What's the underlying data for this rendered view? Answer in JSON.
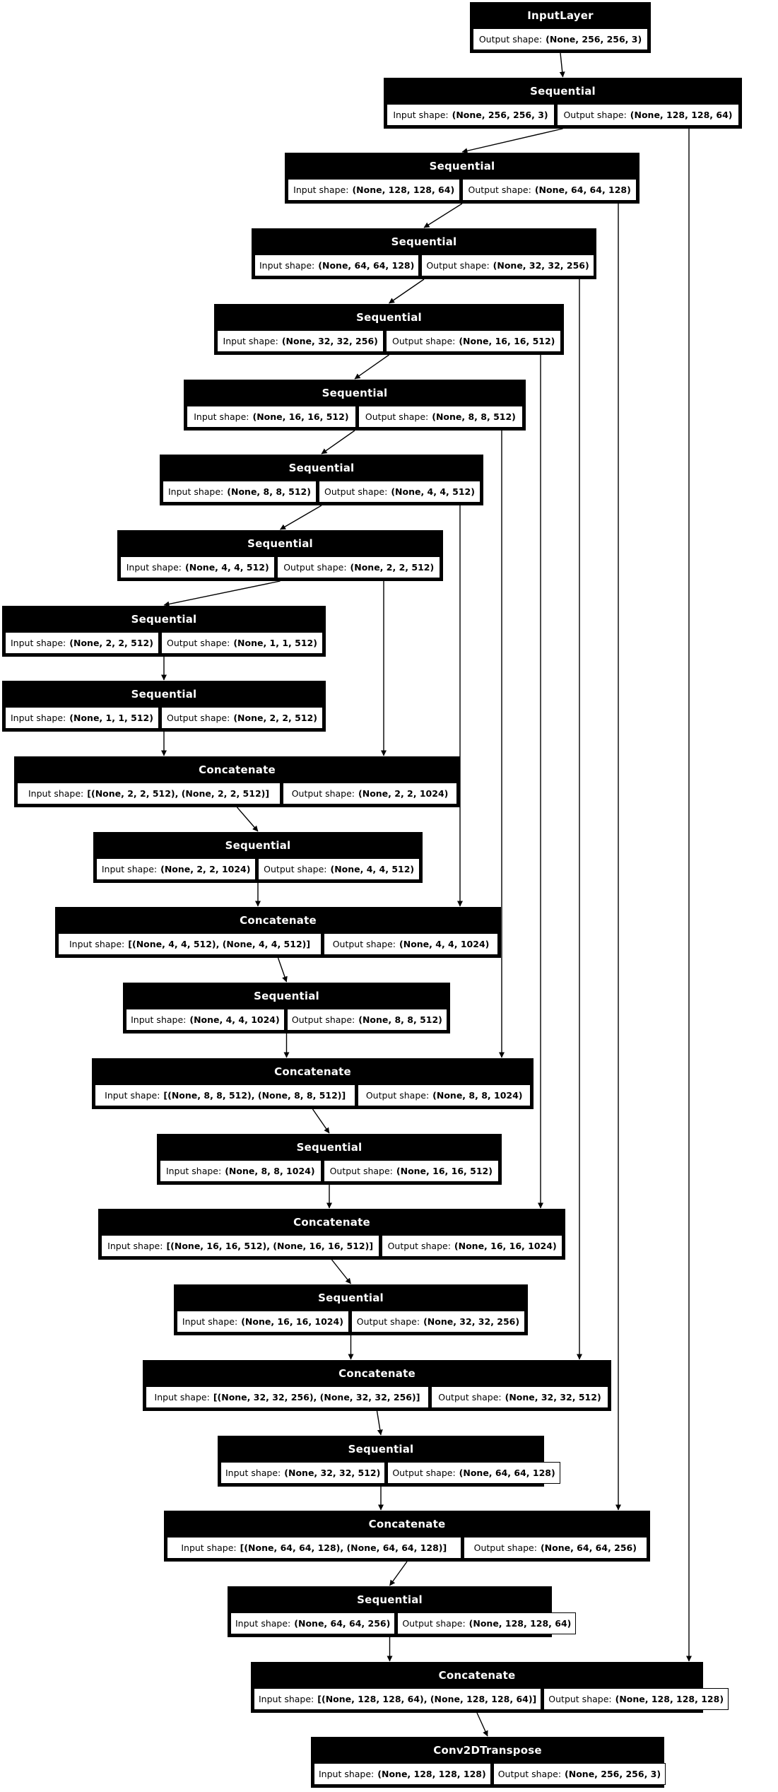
{
  "diagram": {
    "labels": {
      "input_prefix": "Input shape:",
      "output_prefix": "Output shape:"
    },
    "colors": {
      "node_fill": "#000000",
      "node_text": "#ffffff",
      "cell_fill": "#ffffff",
      "cell_text": "#000000",
      "edge": "#000000",
      "background": "#ffffff"
    },
    "nodes": [
      {
        "type": "InputLayer",
        "input_shape": null,
        "output_shape": "(None, 256, 256, 3)"
      },
      {
        "type": "Sequential",
        "input_shape": "(None, 256, 256, 3)",
        "output_shape": "(None, 128, 128, 64)"
      },
      {
        "type": "Sequential",
        "input_shape": "(None, 128, 128, 64)",
        "output_shape": "(None, 64, 64, 128)"
      },
      {
        "type": "Sequential",
        "input_shape": "(None, 64, 64, 128)",
        "output_shape": "(None, 32, 32, 256)"
      },
      {
        "type": "Sequential",
        "input_shape": "(None, 32, 32, 256)",
        "output_shape": "(None, 16, 16, 512)"
      },
      {
        "type": "Sequential",
        "input_shape": "(None, 16, 16, 512)",
        "output_shape": "(None, 8, 8, 512)"
      },
      {
        "type": "Sequential",
        "input_shape": "(None, 8, 8, 512)",
        "output_shape": "(None, 4, 4, 512)"
      },
      {
        "type": "Sequential",
        "input_shape": "(None, 4, 4, 512)",
        "output_shape": "(None, 2, 2, 512)"
      },
      {
        "type": "Sequential",
        "input_shape": "(None, 2, 2, 512)",
        "output_shape": "(None, 1, 1, 512)"
      },
      {
        "type": "Sequential",
        "input_shape": "(None, 1, 1, 512)",
        "output_shape": "(None, 2, 2, 512)"
      },
      {
        "type": "Concatenate",
        "input_shape": "[(None, 2, 2, 512), (None, 2, 2, 512)]",
        "output_shape": "(None, 2, 2, 1024)"
      },
      {
        "type": "Sequential",
        "input_shape": "(None, 2, 2, 1024)",
        "output_shape": "(None, 4, 4, 512)"
      },
      {
        "type": "Concatenate",
        "input_shape": "[(None, 4, 4, 512), (None, 4, 4, 512)]",
        "output_shape": "(None, 4, 4, 1024)"
      },
      {
        "type": "Sequential",
        "input_shape": "(None, 4, 4, 1024)",
        "output_shape": "(None, 8, 8, 512)"
      },
      {
        "type": "Concatenate",
        "input_shape": "[(None, 8, 8, 512), (None, 8, 8, 512)]",
        "output_shape": "(None, 8, 8, 1024)"
      },
      {
        "type": "Sequential",
        "input_shape": "(None, 8, 8, 1024)",
        "output_shape": "(None, 16, 16, 512)"
      },
      {
        "type": "Concatenate",
        "input_shape": "[(None, 16, 16, 512), (None, 16, 16, 512)]",
        "output_shape": "(None, 16, 16, 1024)"
      },
      {
        "type": "Sequential",
        "input_shape": "(None, 16, 16, 1024)",
        "output_shape": "(None, 32, 32, 256)"
      },
      {
        "type": "Concatenate",
        "input_shape": "[(None, 32, 32, 256), (None, 32, 32, 256)]",
        "output_shape": "(None, 32, 32, 512)"
      },
      {
        "type": "Sequential",
        "input_shape": "(None, 32, 32, 512)",
        "output_shape": "(None, 64, 64, 128)"
      },
      {
        "type": "Concatenate",
        "input_shape": "[(None, 64, 64, 128), (None, 64, 64, 128)]",
        "output_shape": "(None, 64, 64, 256)"
      },
      {
        "type": "Sequential",
        "input_shape": "(None, 64, 64, 256)",
        "output_shape": "(None, 128, 128, 64)"
      },
      {
        "type": "Concatenate",
        "input_shape": "[(None, 128, 128, 64), (None, 128, 128, 64)]",
        "output_shape": "(None, 128, 128, 128)"
      },
      {
        "type": "Conv2DTranspose",
        "input_shape": "(None, 128, 128, 128)",
        "output_shape": "(None, 256, 256, 3)"
      }
    ],
    "edges": {
      "main": [
        [
          0,
          1
        ],
        [
          1,
          2
        ],
        [
          2,
          3
        ],
        [
          3,
          4
        ],
        [
          4,
          5
        ],
        [
          5,
          6
        ],
        [
          6,
          7
        ],
        [
          7,
          8
        ],
        [
          8,
          9
        ],
        [
          9,
          10
        ],
        [
          10,
          11
        ],
        [
          11,
          12
        ],
        [
          12,
          13
        ],
        [
          13,
          14
        ],
        [
          14,
          15
        ],
        [
          15,
          16
        ],
        [
          16,
          17
        ],
        [
          17,
          18
        ],
        [
          18,
          19
        ],
        [
          19,
          20
        ],
        [
          20,
          21
        ],
        [
          21,
          22
        ],
        [
          22,
          23
        ]
      ],
      "skip": [
        [
          1,
          22
        ],
        [
          2,
          20
        ],
        [
          3,
          18
        ],
        [
          4,
          16
        ],
        [
          5,
          14
        ],
        [
          6,
          12
        ],
        [
          7,
          10
        ]
      ]
    }
  }
}
